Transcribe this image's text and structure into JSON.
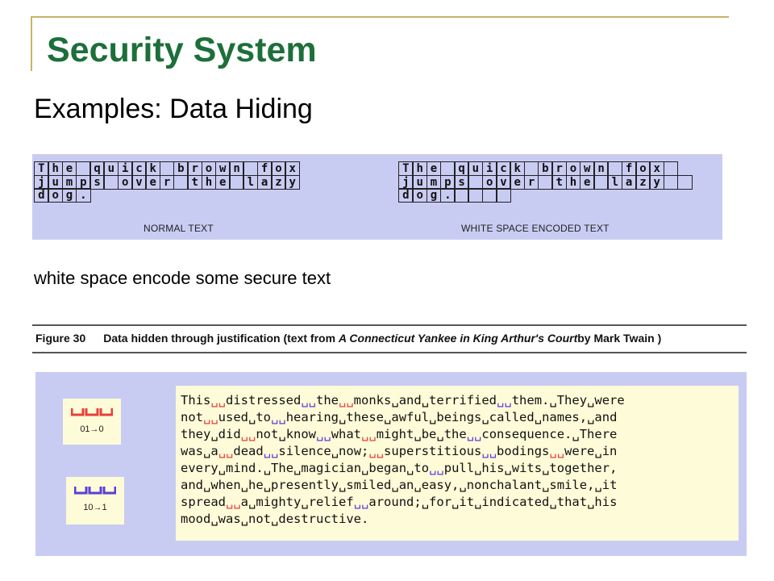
{
  "slide": {
    "title": "Security System",
    "subtitle": "Examples: Data Hiding",
    "description": "white space encode some secure text"
  },
  "grids": {
    "normal": {
      "caption": "NORMAL TEXT",
      "rows": [
        [
          "T",
          "h",
          "e",
          " ",
          "q",
          "u",
          "i",
          "c",
          "k",
          " ",
          "b",
          "r",
          "o",
          "w",
          "n",
          " ",
          "f",
          "o",
          "x"
        ],
        [
          "j",
          "u",
          "m",
          "p",
          "s",
          " ",
          "o",
          "v",
          "e",
          "r",
          " ",
          "t",
          "h",
          "e",
          " ",
          "l",
          "a",
          "z",
          "y"
        ],
        [
          "d",
          "o",
          "g",
          "."
        ]
      ]
    },
    "encoded": {
      "caption": "WHITE SPACE ENCODED TEXT",
      "rows": [
        [
          "T",
          "h",
          "e",
          " ",
          "q",
          "u",
          "i",
          "c",
          "k",
          " ",
          "b",
          "r",
          "o",
          "w",
          "n",
          " ",
          "f",
          "o",
          "x",
          " "
        ],
        [
          "j",
          "u",
          "m",
          "p",
          "s",
          " ",
          "o",
          "v",
          "e",
          "r",
          " ",
          "t",
          "h",
          "e",
          " ",
          "l",
          "a",
          "z",
          "y",
          " ",
          " "
        ],
        [
          "d",
          "o",
          "g",
          ".",
          " ",
          " ",
          " ",
          " "
        ]
      ]
    }
  },
  "figure": {
    "label": "Figure 30",
    "caption_prefix": "Data hidden through justification (text from ",
    "caption_title": "A Connecticut Yankee in King Arthur's Court",
    "caption_suffix": "by Mark Twain )",
    "key_zero": "01→0",
    "key_one": "10→1",
    "lines": [
      "This␣␣distressed␣␣the␣␣monks␣and␣terrified␣␣them.␣They␣were",
      "not␣␣used␣to␣␣hearing␣these␣awful␣beings␣called␣names,␣and",
      "they␣did␣␣not␣know␣␣what␣␣might␣be␣the␣␣consequence.␣There",
      "was␣a␣␣dead␣␣silence␣now;␣␣superstitious␣␣bodings␣␣were␣in",
      "every␣mind.␣The␣magician␣began␣to␣␣pull␣his␣wits␣together,",
      "and␣when␣he␣presently␣smiled␣an␣easy,␣nonchalant␣smile,␣it",
      "spread␣␣a␣mighty␣relief␣␣around;␣for␣it␣indicated␣that␣his",
      "mood␣was␣not␣destructive."
    ]
  },
  "colors": {
    "title_green": "#1d6f3a",
    "frame_gold": "#c9b26a",
    "panel_lavender": "#c9ccf2",
    "box_cream": "#fdfbd8",
    "mark_red": "#e8403a",
    "mark_purple": "#5a3fd6"
  }
}
